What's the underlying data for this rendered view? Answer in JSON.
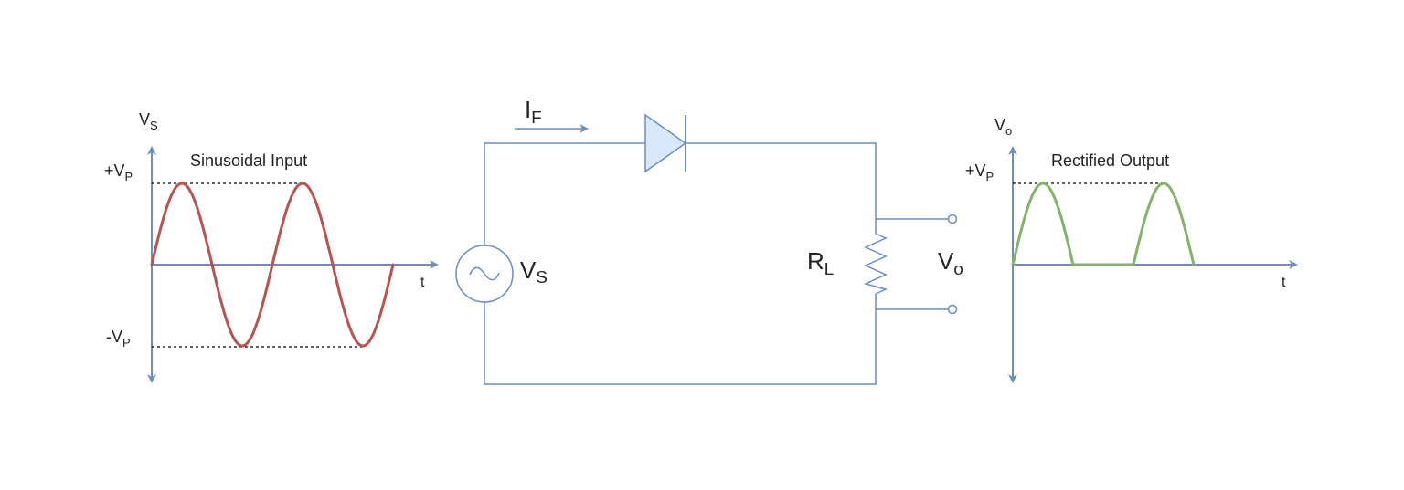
{
  "colors": {
    "axis": "#6c8ebf",
    "wire": "#6c8ebf",
    "input_wave": "#b85450",
    "output_wave": "#82b366",
    "diode_fill": "#dae8fc",
    "dashed_guide": "#000000"
  },
  "input_plot": {
    "title": "Sinusoidal Input",
    "y_label": {
      "main": "V",
      "sub": "S"
    },
    "pos_peak": {
      "main": "+V",
      "sub": "P"
    },
    "neg_peak": {
      "main": "-V",
      "sub": "P"
    },
    "x_label": "t"
  },
  "circuit": {
    "current_label": {
      "main": "I",
      "sub": "F"
    },
    "source_label": {
      "main": "V",
      "sub": "S"
    },
    "load_label": {
      "main": "R",
      "sub": "L"
    },
    "output_label": {
      "main": "V",
      "sub": "o"
    }
  },
  "output_plot": {
    "title": "Rectified Output",
    "y_label": {
      "main": "V",
      "sub": "o"
    },
    "pos_peak": {
      "main": "+V",
      "sub": "P"
    },
    "x_label": "t"
  }
}
